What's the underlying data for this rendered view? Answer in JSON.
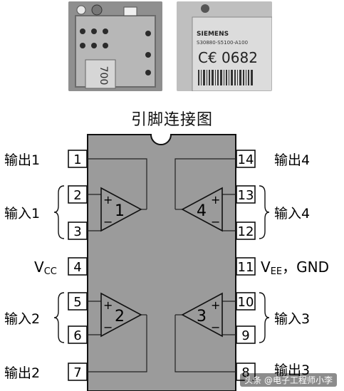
{
  "title": "引脚连接图",
  "photo_right": {
    "brand": "SIEMENS",
    "part": "S30880-S5100-A100",
    "marking": "C€ 0682"
  },
  "photo_left": {
    "label": "700"
  },
  "pins": {
    "p1": "1",
    "p2": "2",
    "p3": "3",
    "p4": "4",
    "p5": "5",
    "p6": "6",
    "p7": "7",
    "p8": "8",
    "p9": "9",
    "p10": "10",
    "p11": "11",
    "p12": "12",
    "p13": "13",
    "p14": "14"
  },
  "labels": {
    "out1": "输出1",
    "in1": "输入1",
    "vcc": "V",
    "vcc_sub": "CC",
    "in2": "输入2",
    "out2": "输出2",
    "out4": "输出4",
    "in4": "输入4",
    "vee": "V",
    "vee_sub": "EE",
    "vee_suffix": "，GND",
    "in3": "输入3",
    "out3": "输出3"
  },
  "opamps": {
    "a1": "1",
    "a2": "2",
    "a3": "3",
    "a4": "4",
    "plus": "+",
    "minus": "−"
  },
  "watermark": "头条 @电子工程师小李"
}
